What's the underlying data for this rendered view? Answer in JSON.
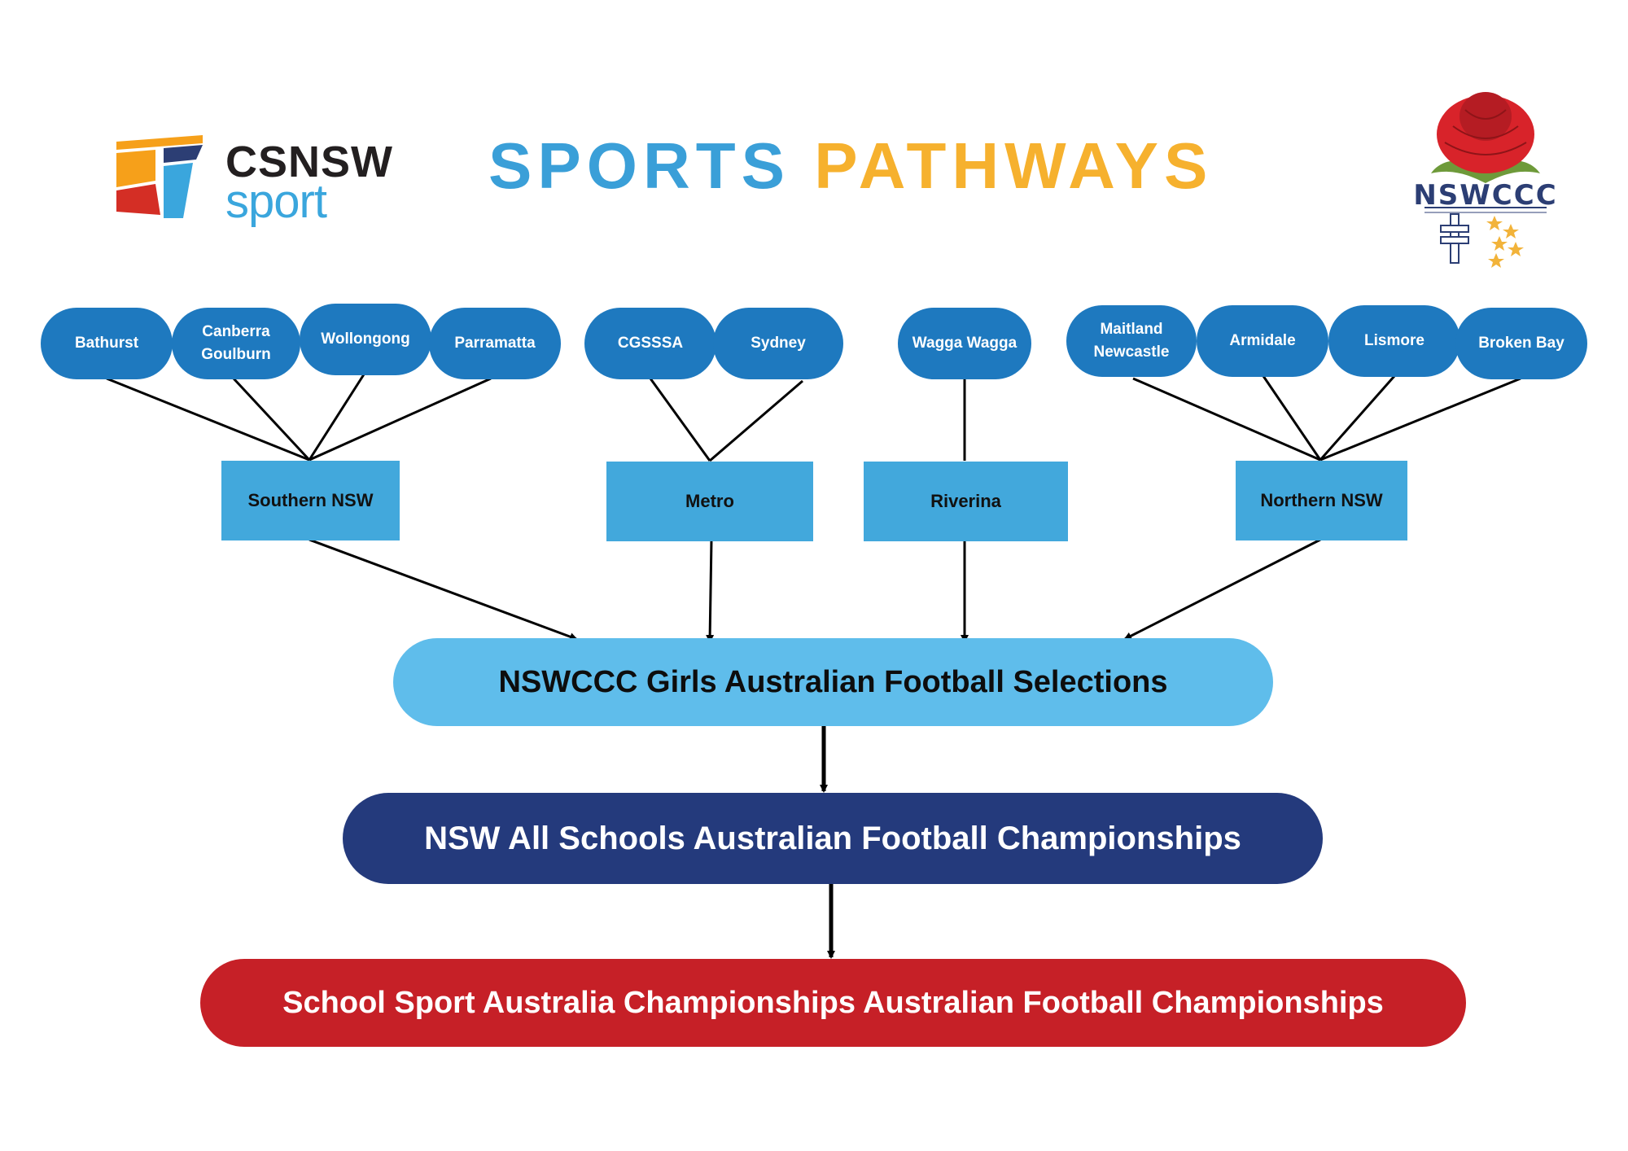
{
  "header": {
    "title_word1": "SPORTS",
    "title_word2": "PATHWAYS",
    "left_logo": {
      "line1": "CSNSW",
      "line2": "sport"
    },
    "right_logo": {
      "emblem_text": "NSWCCC"
    }
  },
  "regions": [
    {
      "name": "Southern NSW",
      "dioceses": [
        "Bathurst",
        "Canberra Goulburn",
        "Wollongong",
        "Parramatta"
      ]
    },
    {
      "name": "Metro",
      "dioceses": [
        "CGSSSA",
        "Sydney"
      ]
    },
    {
      "name": "Riverina",
      "dioceses": [
        "Wagga Wagga"
      ]
    },
    {
      "name": "Northern NSW",
      "dioceses": [
        "Maitland Newcastle",
        "Armidale",
        "Lismore",
        "Broken Bay"
      ]
    }
  ],
  "stages": [
    "NSWCCC Girls Australian Football Selections",
    "NSW All Schools Australian Football Championships",
    "School Sport Australia Championships Australian Football Championships"
  ],
  "colors": {
    "diocese_pill": "#1e79bf",
    "region_box": "#42a8dc",
    "stage1": "#5fbdeb",
    "stage2": "#243a7c",
    "stage3": "#c62027",
    "title_blue": "#3a9fd8",
    "title_orange": "#f6b12e"
  },
  "icons": [
    "csnsw-sport-logo-icon",
    "nswccc-waratah-logo-icon"
  ]
}
